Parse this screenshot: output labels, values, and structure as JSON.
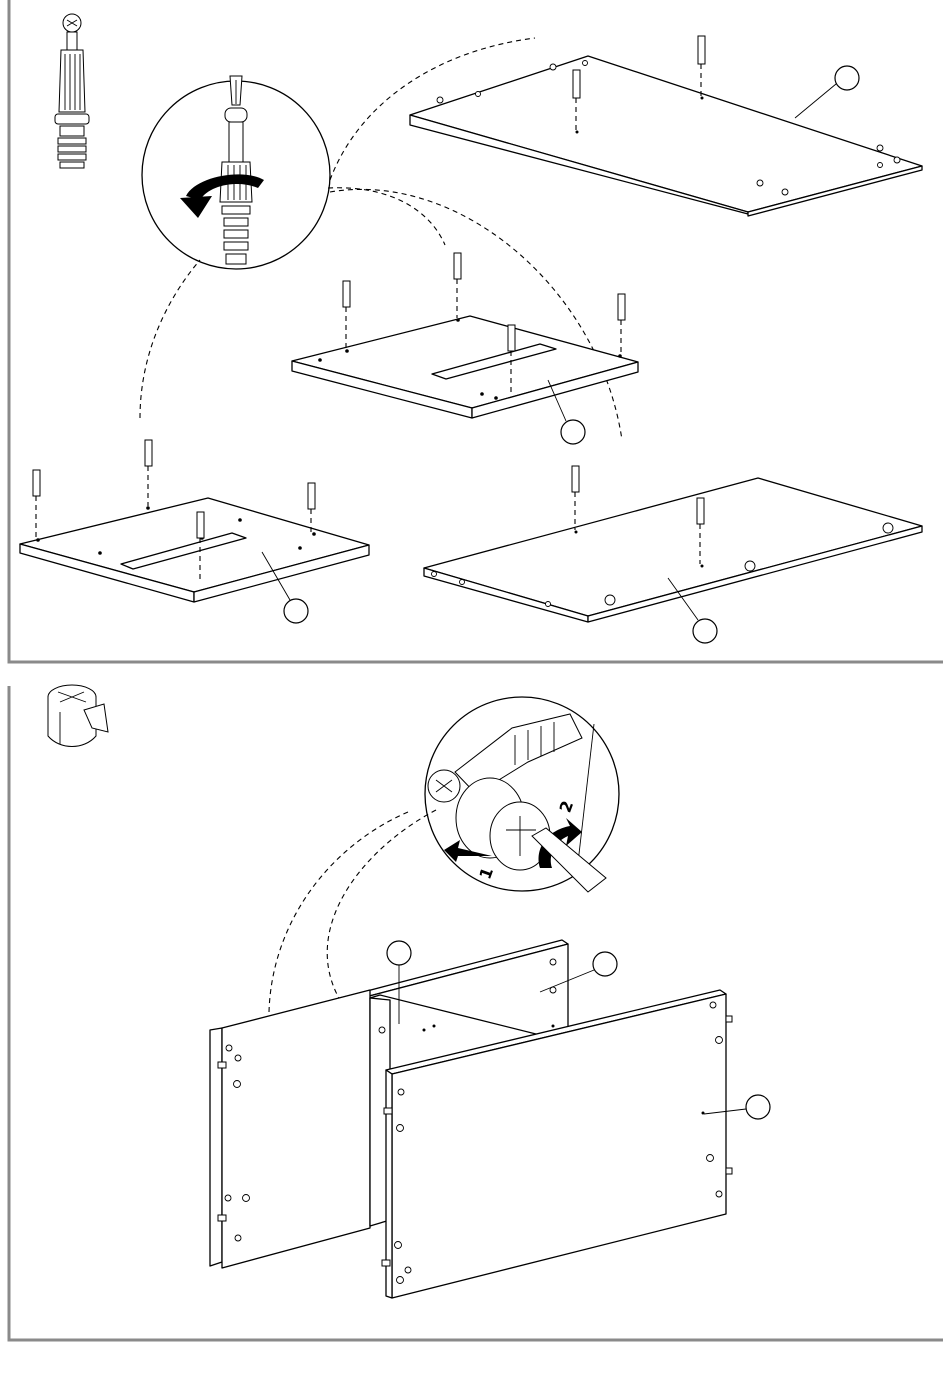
{
  "diagram": {
    "steps": [
      {
        "name": "cam-dowel-installation",
        "icon": "cam-dowel-icon",
        "panels": 4
      },
      {
        "name": "cam-lock-assembly",
        "icon": "cam-lock-icon",
        "panels": 3,
        "detail_labels": [
          "1",
          "2"
        ]
      }
    ],
    "colors": {
      "line": "#000000",
      "frame": "#8a8a8a",
      "fill": "#ffffff"
    }
  }
}
